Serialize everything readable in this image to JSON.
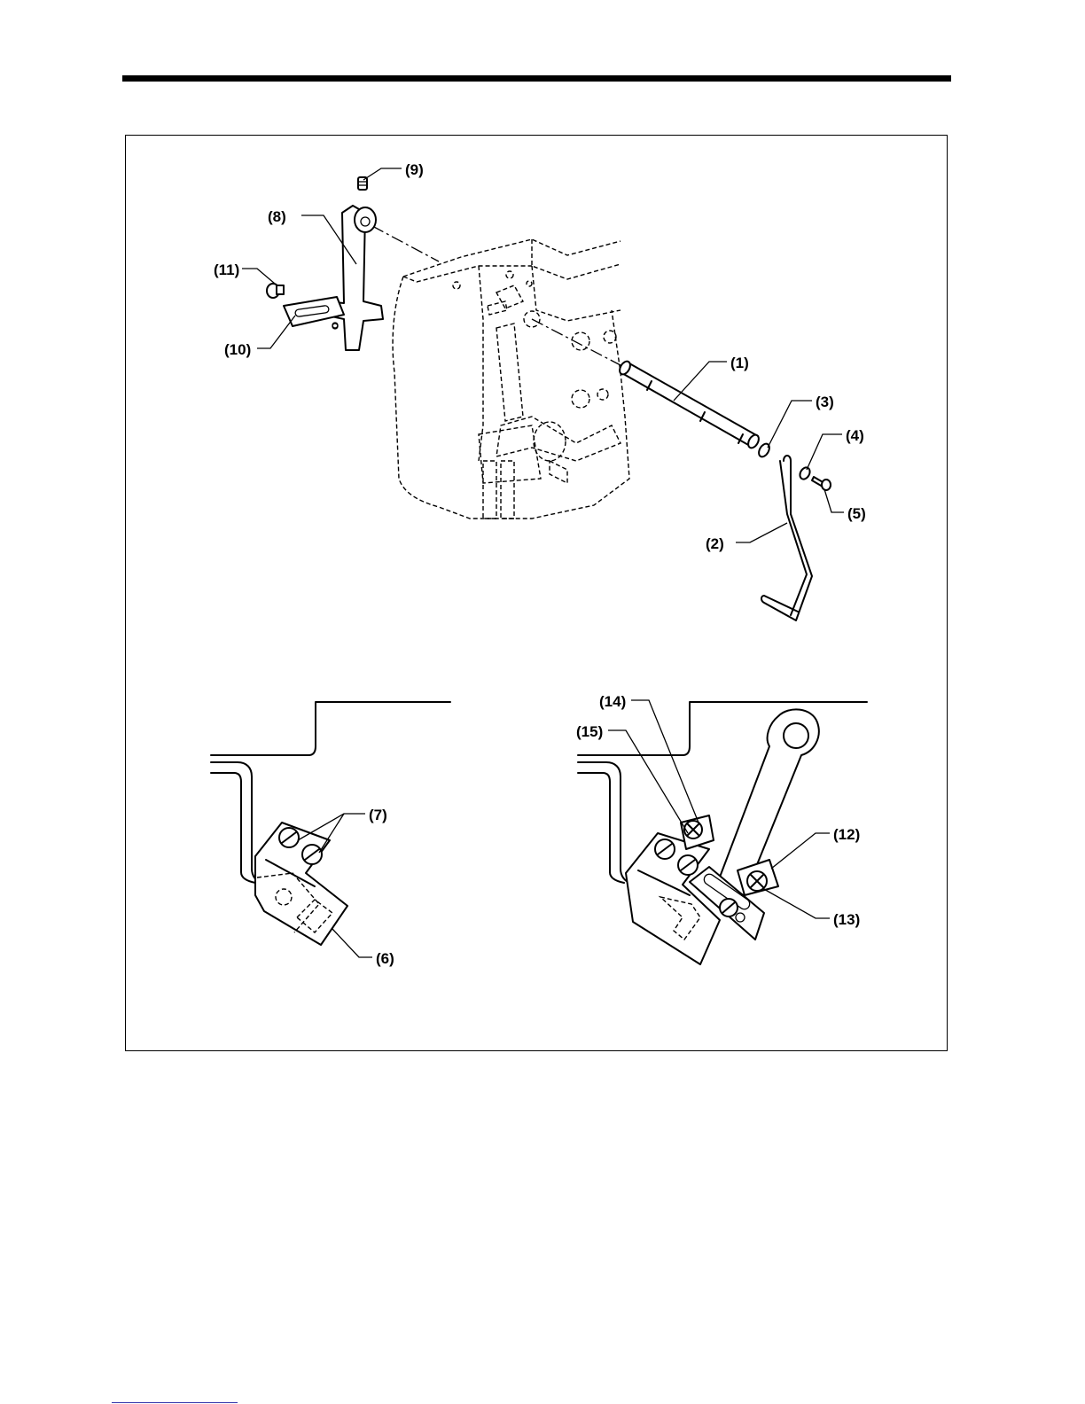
{
  "figure": {
    "callouts": {
      "c1": "(1)",
      "c2": "(2)",
      "c3": "(3)",
      "c4": "(4)",
      "c5": "(5)",
      "c6": "(6)",
      "c7": "(7)",
      "c8": "(8)",
      "c9": "(9)",
      "c10": "(10)",
      "c11": "(11)",
      "c12": "(12)",
      "c13": "(13)",
      "c14": "(14)",
      "c15": "(15)"
    }
  }
}
